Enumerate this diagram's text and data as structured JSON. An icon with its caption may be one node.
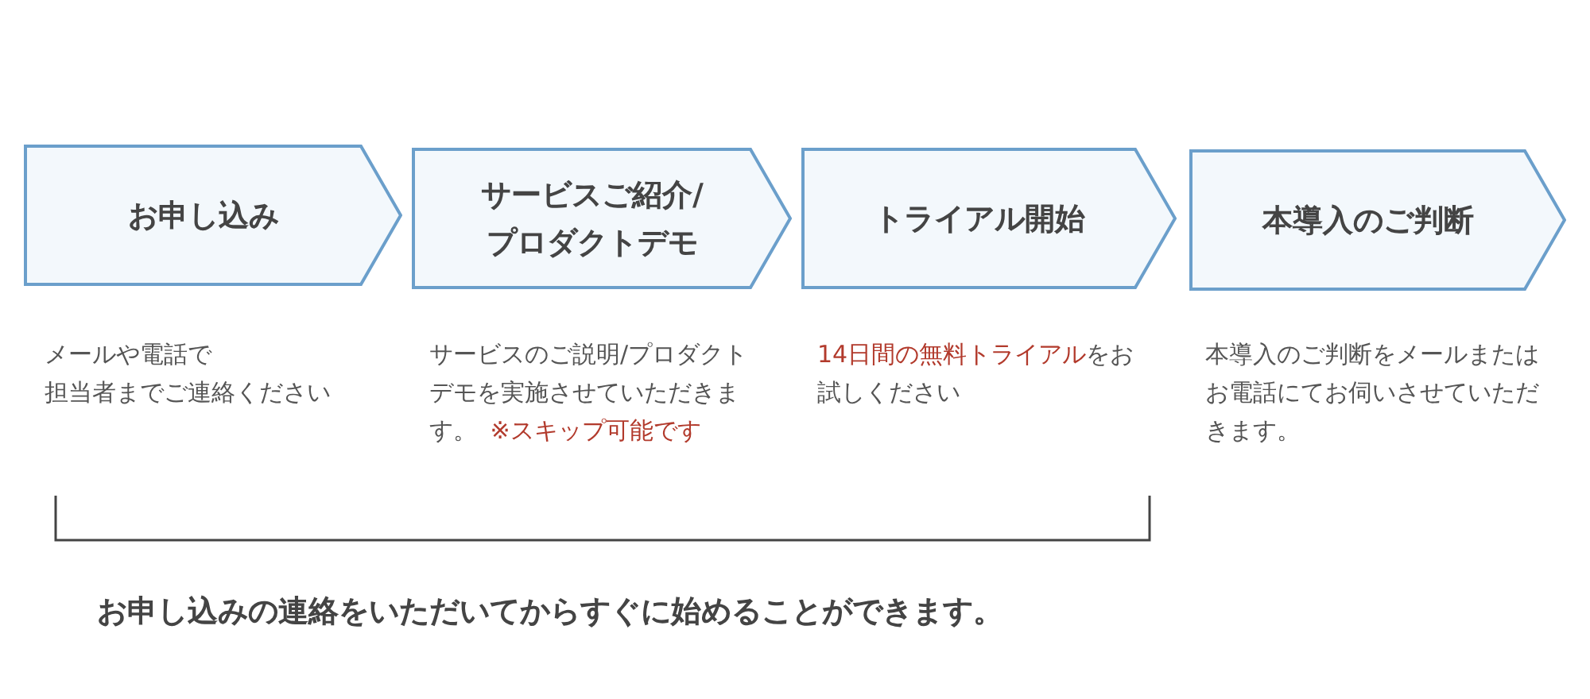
{
  "diagram": {
    "nodes": [
      {
        "text": [
          "お申し込み"
        ],
        "beside": [
          "メールや電話で担当者までご連絡ください"
        ]
      },
      {
        "text": [
          "サービスご紹介/プロダクトデモ"
        ],
        "beside": [
          "サービスのご説明/プロダクトデモを実施させていただきます。",
          "※スキップ可能です"
        ]
      },
      {
        "text": [
          "トライアル開始"
        ],
        "beside": [
          "14日間の無料トライアル",
          "をお試しください"
        ]
      },
      {
        "text": [
          "本導入のご判断"
        ],
        "beside": [
          "本導入のご判断をメールまたはお電話にてお伺いさせていただきます。"
        ]
      }
    ],
    "labels": [
      "お申し込みの連絡をいただいてからすぐに始めることができます。"
    ]
  }
}
